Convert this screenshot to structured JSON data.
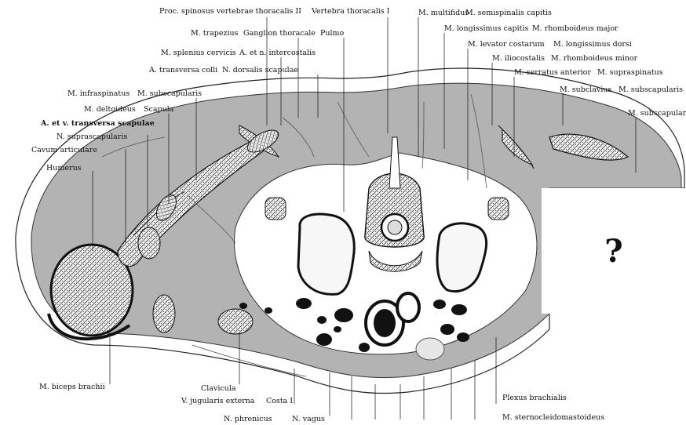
{
  "figure": {
    "labels_top": [
      "Proc. spinosus vertebrae thoracalis II",
      "Vertebra thoracalis I",
      "M. trapezius",
      "Ganglion thoracale",
      "Pulmo",
      "M. splenius cervicis",
      "A. et n. intercostalis",
      "A. transversa colli",
      "N. dorsalis scapulae",
      "M. multifidus",
      "M. semispinalis capitis",
      "M. longissimus capitis",
      "M. rhomboideus major",
      "M. levator costarum",
      "M. longissimus dorsi",
      "M. iliocostalis",
      "M. rhomboideus minor",
      "M. serratus anterior",
      "M. supraspinatus",
      "M. subclavius",
      "M. subscapularis",
      "M. subscapularis"
    ],
    "labels_left": [
      "M. infraspinatus",
      "M. subscapularis",
      "M. deltoideus",
      "Scapula",
      "A. et v. transversa scapulae",
      "N. suprascapularis",
      "Cavum articulare",
      "Humerus",
      "M. biceps brachii"
    ],
    "labels_bottom": [
      "Clavicula",
      "V. jugularis externa",
      "Costa I",
      "N. phrenicus",
      "N. vagus",
      "Plexus brachialis",
      "M. sternocleidomastoideus"
    ],
    "hidden_region_mark": "?"
  }
}
